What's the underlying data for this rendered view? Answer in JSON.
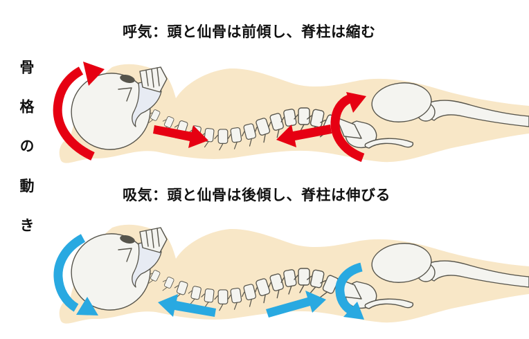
{
  "side_label": "骨格の動き",
  "panels": [
    {
      "id": "exhale",
      "title": "呼気：頭と仙骨は前傾し、脊柱は縮む",
      "arrow_color": "#e60012",
      "arrow_color_name": "red",
      "head_arrow": "curved, tilts head forward",
      "spine_arrows": "point toward each other (spine shortens)",
      "sacrum_arrow": "curved, tilts sacrum forward"
    },
    {
      "id": "inhale",
      "title": "吸気：頭と仙骨は後傾し、脊柱は伸びる",
      "arrow_color": "#29a9e1",
      "arrow_color_name": "blue",
      "head_arrow": "curved, tilts head backward",
      "spine_arrows": "point away from each other (spine lengthens)",
      "sacrum_arrow": "curved, tilts sacrum backward"
    }
  ],
  "colors": {
    "red": "#e60012",
    "blue": "#29a9e1",
    "body": "#f8e7c7",
    "bone": "#f4f4f0",
    "outline": "#56544b",
    "jaw": "#e7ebf3",
    "text": "#111111",
    "bg": "#ffffff"
  }
}
